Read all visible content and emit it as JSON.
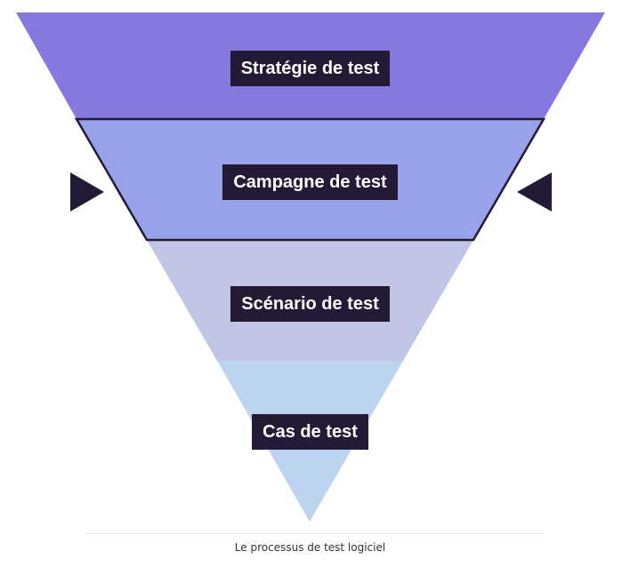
{
  "funnel": {
    "levels": [
      {
        "label": "Stratégie de test",
        "color": "#8578df"
      },
      {
        "label": "Campagne de test",
        "color": "#97a2ea"
      },
      {
        "label": "Scénario de test",
        "color": "#c1c5e5"
      },
      {
        "label": "Cas de test",
        "color": "#bdd4f0"
      }
    ],
    "highlighted_level": 2,
    "outline_color": "#241a36",
    "marker_color": "#241a36",
    "label_background": "#241a36",
    "label_text_color": "#ffffff"
  },
  "caption": "Le processus de test logiciel"
}
